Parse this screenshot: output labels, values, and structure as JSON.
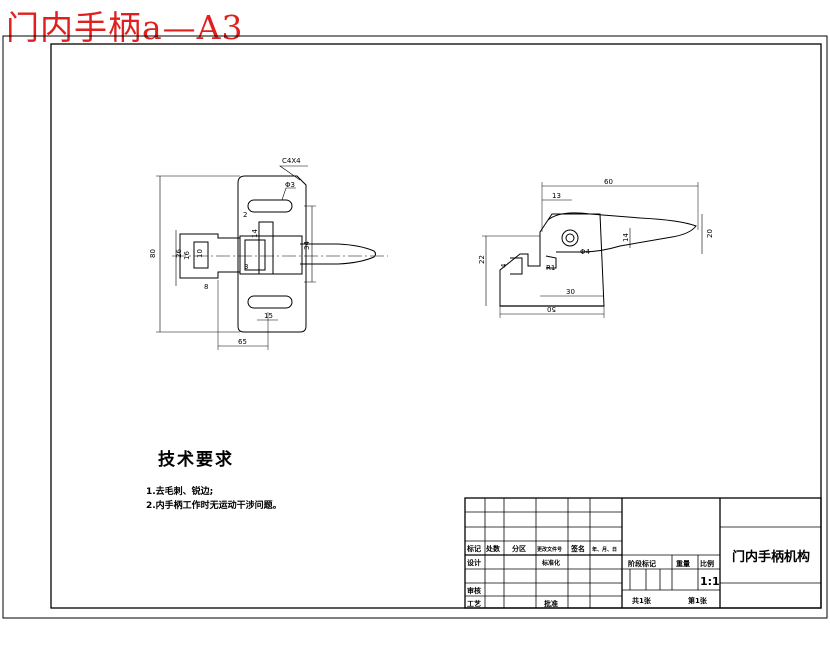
{
  "drawing_title": "门内手柄a—A3",
  "front_view": {
    "chamfer": "C4X4",
    "hole_dia": "Φ3",
    "dims": {
      "height": "80",
      "w26": "26",
      "w10": "10",
      "w16": "16",
      "w14": "14",
      "w2": "2",
      "w34": "34",
      "w8": "8",
      "w3": "3",
      "w15": "15",
      "w65": "65"
    }
  },
  "side_view": {
    "dims": {
      "len60": "60",
      "len13": "13",
      "h20": "20",
      "h14": "14",
      "dia4": "Φ4",
      "r1": "R1",
      "h22": "22",
      "h4": "4",
      "w30": "30",
      "w50": "50"
    }
  },
  "requirements": {
    "heading": "技术要求",
    "items": [
      "1.去毛刺、锐边;",
      "2.内手柄工作时无运动干涉问题。"
    ]
  },
  "title_block": {
    "part_name": "门内手柄机构",
    "scale": "1:1",
    "labels": {
      "mark": "标记",
      "count": "处数",
      "zone": "分区",
      "doc_no": "更改文件号",
      "sign": "签名",
      "date": "年、月、日",
      "design": "设计",
      "standard": "标准化",
      "review": "审核",
      "process": "工艺",
      "approve": "批准",
      "stage": "阶段标记",
      "weight": "重量",
      "ratio": "比例",
      "total": "共1张",
      "sheet": "第1张"
    }
  }
}
